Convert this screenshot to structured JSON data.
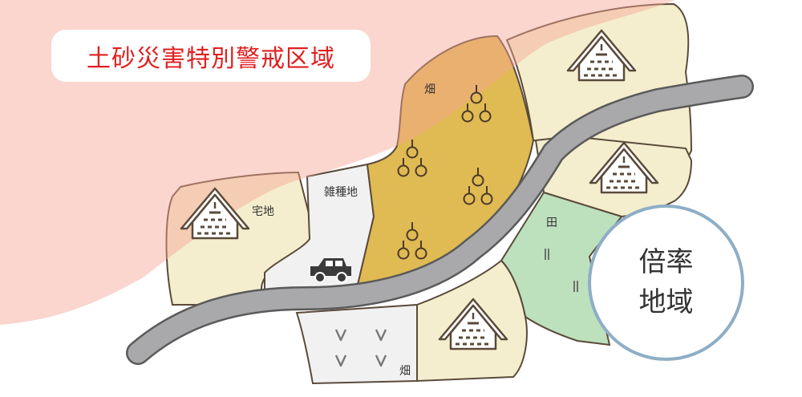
{
  "title": "土砂災害特別警戒区域",
  "badge": {
    "line1": "倍率",
    "line2": "地域"
  },
  "labels": {
    "field_top": "畑",
    "residential": "宅地",
    "misc_land": "雑種地",
    "rice_field": "田",
    "field_bottom": "畑"
  },
  "icons": [
    "house-icon",
    "house-icon",
    "house-icon",
    "house-icon",
    "house-icon",
    "fruit-tree-icon",
    "car-icon",
    "sprout-icon",
    "rice-field-mark-icon"
  ],
  "colors": {
    "warning_zone": "#f7d5d0",
    "warning_text": "#e02020",
    "orchard": "#e0ba52",
    "residential": "#f4eece",
    "misc_land": "#f1f1f1",
    "rice_field": "#bde0bd",
    "road": "#a9a9ab",
    "badge_border": "#8eaec6"
  }
}
